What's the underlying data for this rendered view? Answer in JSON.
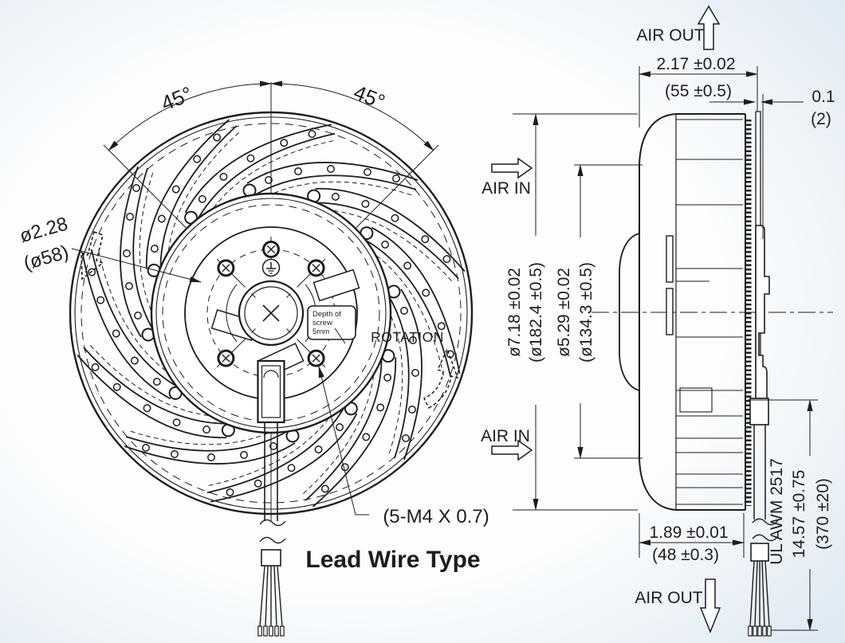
{
  "front_view": {
    "angle_left": "45°",
    "angle_right": "45°",
    "hub_dia_line1": "ø2.28",
    "hub_dia_line2": "(ø58)",
    "rotation_label": "ROTATION",
    "screw_spec": "(5-M4 X 0.7)",
    "note": {
      "line1": "Depth of",
      "line2": "screw",
      "line3": "5mm"
    },
    "caption": "Lead Wire Type"
  },
  "side_view": {
    "air_out_top": "AIR OUT",
    "air_in_top": "AIR IN",
    "air_in_bottom": "AIR IN",
    "air_out_bottom": "AIR OUT",
    "width": {
      "inch": "2.17 ±0.02",
      "mm": "(55 ±0.5)"
    },
    "flange": {
      "inch": "0.1",
      "mm": "(2)"
    },
    "outer_dia": {
      "inch": "ø7.18 ±0.02",
      "mm": "(ø182.4 ±0.5)"
    },
    "inlet_dia": {
      "inch": "ø5.29 ±0.02",
      "mm": "(ø134.3 ±0.5)"
    },
    "depth": {
      "inch": "1.89 ±0.01",
      "mm": "(48 ±0.3)"
    },
    "wire": {
      "spec": "UL AWM 2517",
      "length_inch": "14.57 ±0.75",
      "length_mm": "(370 ±20)"
    }
  },
  "colors": {
    "line": "#1d1d1f",
    "background_center": "#ffffff",
    "background_edge": "#dce7f1"
  }
}
